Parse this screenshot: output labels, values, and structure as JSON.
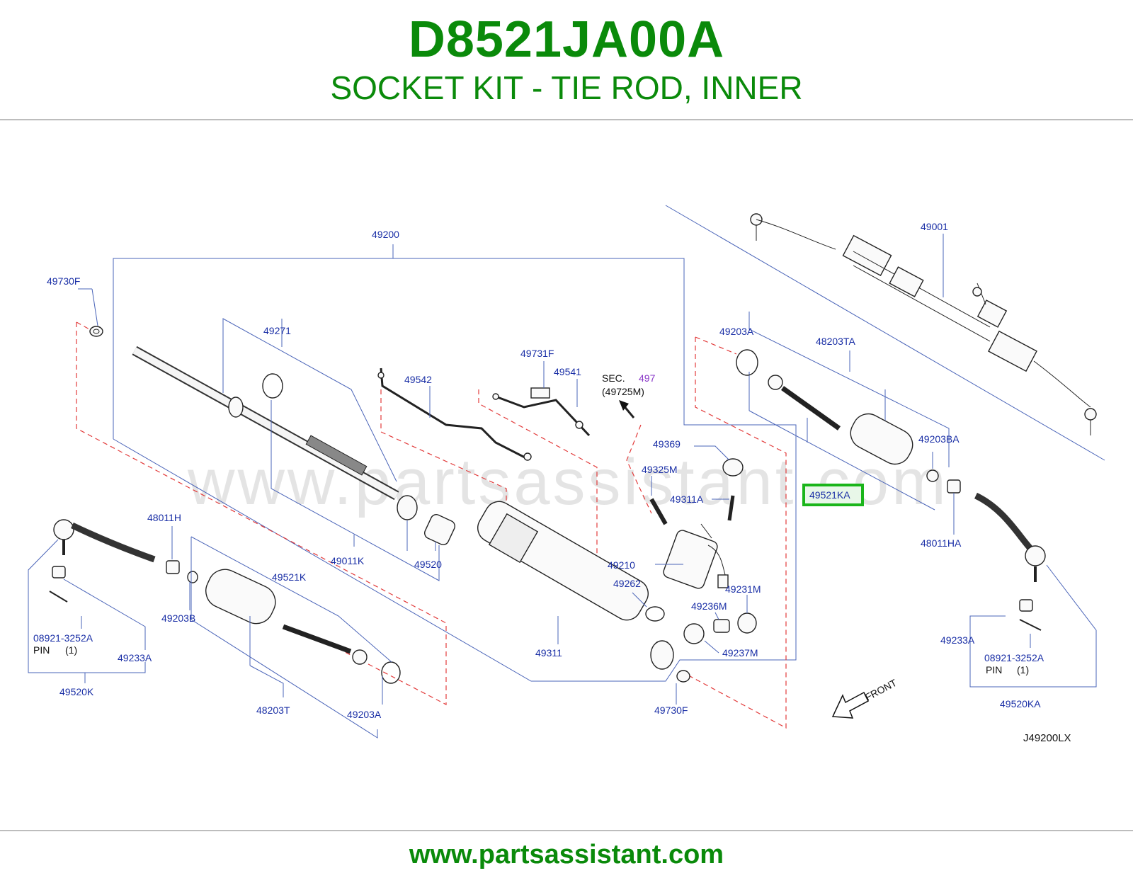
{
  "header": {
    "part_number": "D8521JA00A",
    "part_name": "SOCKET KIT - TIE ROD, INNER"
  },
  "footer": {
    "url": "www.partsassistant.com"
  },
  "diagram": {
    "watermark": "www.partsassistant.com",
    "drawing_code": "J49200LX",
    "highlight_color": "#22bb22",
    "label_color": "#1a2fa6",
    "callouts": {
      "c49200": "49200",
      "c49001": "49001",
      "c49730F_top": "49730F",
      "c49271": "49271",
      "c49731F": "49731F",
      "c49541": "49541",
      "c49542": "49542",
      "sec_label": "SEC.",
      "sec_number": "497",
      "sec_ref": "(49725M)",
      "c49203A_top": "49203A",
      "c48203TA": "48203TA",
      "c49203BA": "49203BA",
      "c49369": "49369",
      "c49325M": "49325M",
      "c49311A": "49311A",
      "c49521KA": "49521KA",
      "c48011H": "48011H",
      "c49011K": "49011K",
      "c49520": "49520",
      "c49210": "49210",
      "c49262": "49262",
      "c49231M": "49231M",
      "c49236M": "49236M",
      "c49237M": "49237M",
      "c48011HA": "48011HA",
      "c49521K": "49521K",
      "c49203B": "49203B",
      "c08921_left": "08921-3252A",
      "pin_left": "PIN",
      "pin_qty_left": "(1)",
      "c49233A_left": "49233A",
      "c49520K": "49520K",
      "c49311": "49311",
      "c48203T": "48203T",
      "c49203A_bottom": "49203A",
      "c49730F_bottom": "49730F",
      "c49233A_right": "49233A",
      "c08921_right": "08921-3252A",
      "pin_right": "PIN",
      "pin_qty_right": "(1)",
      "c49520KA": "49520KA",
      "front": "FRONT"
    }
  }
}
